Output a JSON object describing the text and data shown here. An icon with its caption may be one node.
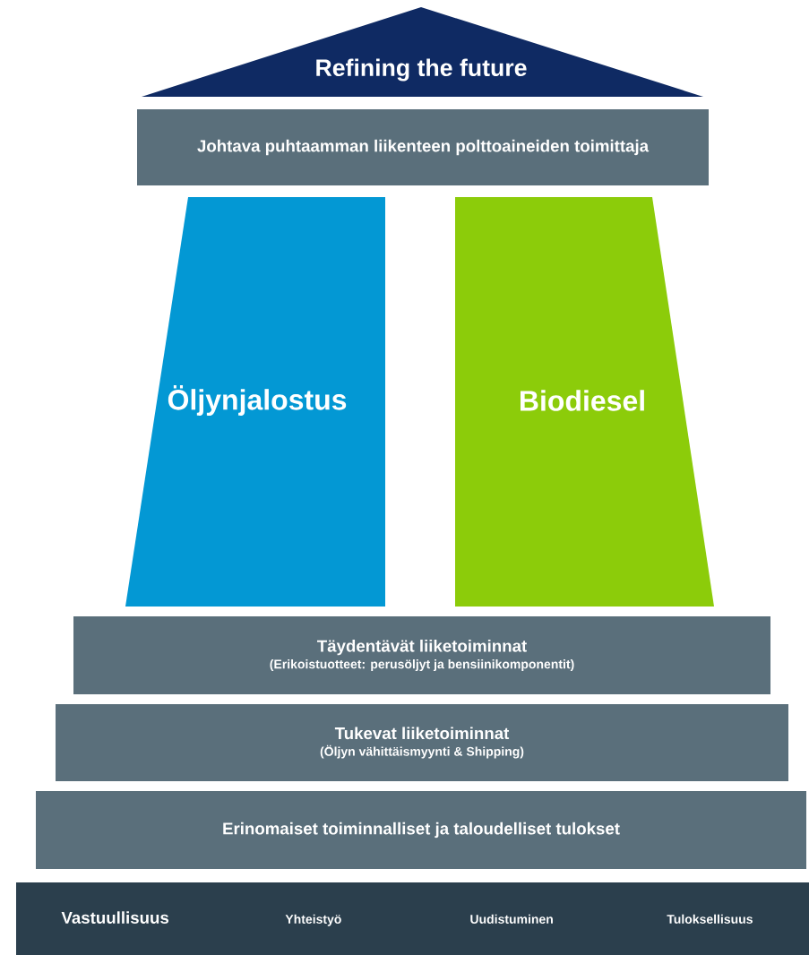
{
  "diagram": {
    "nodes": [
      {
        "text": [
          "Refining the future"
        ]
      },
      {
        "text": [
          "Johtava puhtaamman liikenteen polttoaineiden toimittaja"
        ]
      },
      {
        "text": [
          "Öljynjalostus"
        ]
      },
      {
        "text": [
          "Biodiesel"
        ]
      },
      {
        "text": [
          "Täydentävät liiketoiminnat",
          "(Erikoistuotteet: perusöljyt ja bensiinikomponentit)"
        ]
      },
      {
        "text": [
          "Tukevat liiketoiminnat",
          "(Öljyn vähittäismyynti & Shipping)"
        ]
      },
      {
        "text": [
          "Erinomaiset toiminnalliset ja taloudelliset tulokset"
        ]
      },
      {
        "text": [
          "Vastuullisuus",
          "Yhteistyö",
          "Uudistuminen",
          "Tuloksellisuus"
        ]
      }
    ]
  }
}
